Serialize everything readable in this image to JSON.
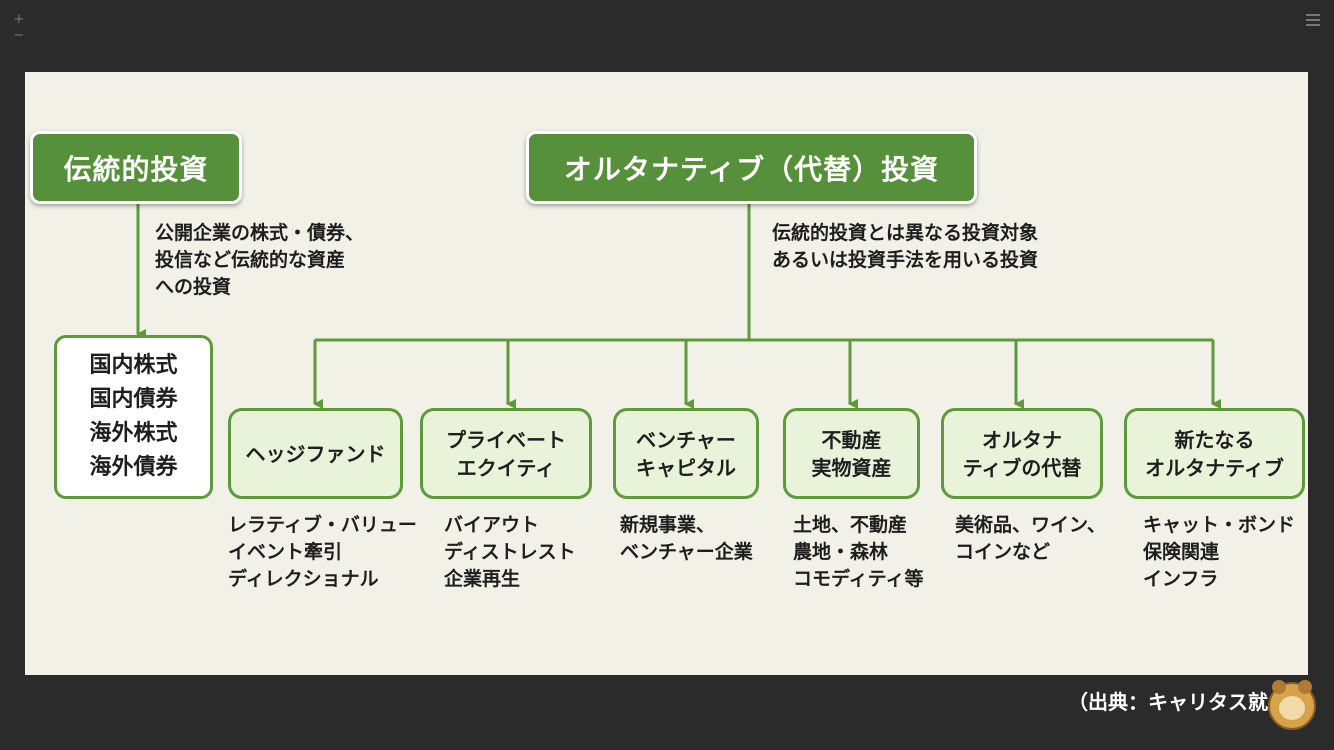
{
  "traditional": {
    "title": "伝統的投資",
    "desc": [
      "公開企業の株式・債券、",
      "投信など伝統的な資産",
      "への投資"
    ],
    "assets": [
      "国内株式",
      "国内債券",
      "海外株式",
      "海外債券"
    ]
  },
  "alternative": {
    "title": "オルタナティブ（代替）投資",
    "desc": [
      "伝統的投資とは異なる投資対象",
      "あるいは投資手法を用いる投資"
    ],
    "categories": [
      {
        "label": [
          "ヘッジファンド"
        ],
        "examples": [
          "レラティブ・バリュー",
          "イベント牽引",
          "ディレクショナル"
        ]
      },
      {
        "label": [
          "プライベート",
          "エクイティ"
        ],
        "examples": [
          "バイアウト",
          "ディストレスト",
          "企業再生"
        ]
      },
      {
        "label": [
          "ベンチャー",
          "キャピタル"
        ],
        "examples": [
          "新規事業、",
          "ベンチャー企業"
        ]
      },
      {
        "label": [
          "不動産",
          "実物資産"
        ],
        "examples": [
          "土地、不動産",
          "農地・森林",
          "コモディティ等"
        ]
      },
      {
        "label": [
          "オルタナ",
          "ティブの代替"
        ],
        "examples": [
          "美術品、ワイン、",
          "コインなど"
        ]
      },
      {
        "label": [
          "新たなる",
          "オルタナティブ"
        ],
        "examples": [
          "キャット・ボンド",
          "保険関連",
          "インフラ"
        ]
      }
    ]
  },
  "source": "（出典：キャリタス就",
  "colors": {
    "accent": "#56903a",
    "box_fill": "#e9f3d9",
    "slide_bg": "#f1f1e8",
    "page_bg": "#2b2b2b"
  },
  "icons": {
    "menu": "hamburger-menu-icon",
    "mascot": "lion-mascot-icon"
  }
}
